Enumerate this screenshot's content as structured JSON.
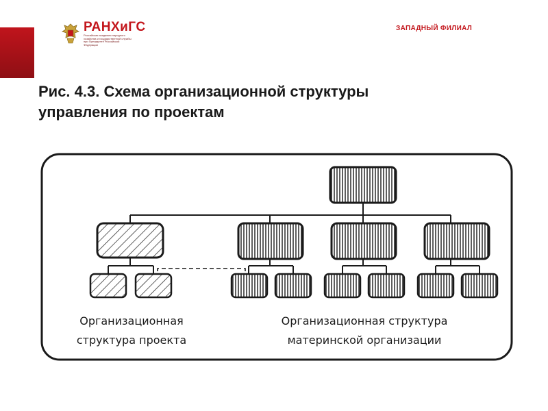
{
  "header": {
    "logo_name": "РАНХиГС",
    "logo_sub": "Российская академия народного хозяйства и государственной службы при Президенте Российской Федерации",
    "branch": "ЗАПАДНЫЙ ФИЛИАЛ",
    "accent_color": "#c3161c"
  },
  "figure": {
    "title_line1": "Рис. 4.3. Схема организационной структуры",
    "title_line2": "управления по проектам"
  },
  "diagram": {
    "project_caption_line1": "Организационная",
    "project_caption_line2": "структура проекта",
    "parent_caption_line1": "Организационная структура",
    "parent_caption_line2": "материнской организации"
  }
}
